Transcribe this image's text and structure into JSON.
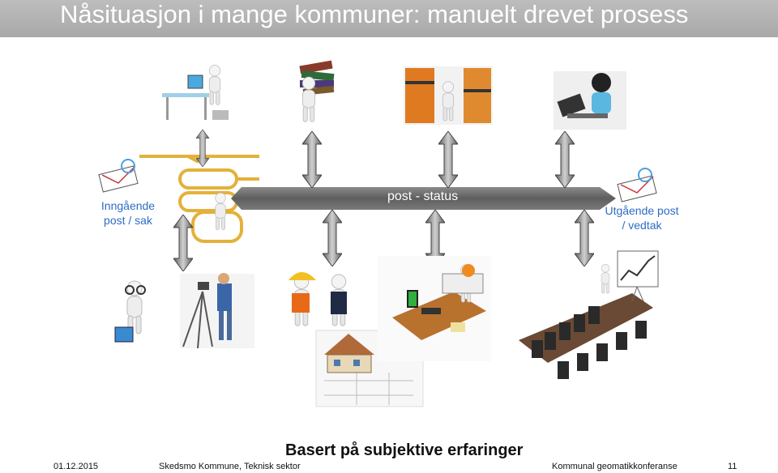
{
  "slide": {
    "title": "Nåsituasjon i mange kommuner: manuelt drevet prosess",
    "incoming_label_line1": "Inngående",
    "incoming_label_line2": "post / sak",
    "banner_label": "post - status",
    "outgoing_label_line1": "Utgående post",
    "outgoing_label_line2": "/ vedtak",
    "subtitle": "Basert på subjektive erfaringer"
  },
  "footer": {
    "date": "01.12.2015",
    "author": "Skedsmo Kommune, Teknisk sektor",
    "event": "Kommunal geomatikkonferanse",
    "page": "11"
  },
  "colors": {
    "title_bar": "#b0b0b0",
    "banner": "#6e6e6e",
    "label_blue": "#2e6cc4",
    "arrow": "#8a8a8a"
  }
}
